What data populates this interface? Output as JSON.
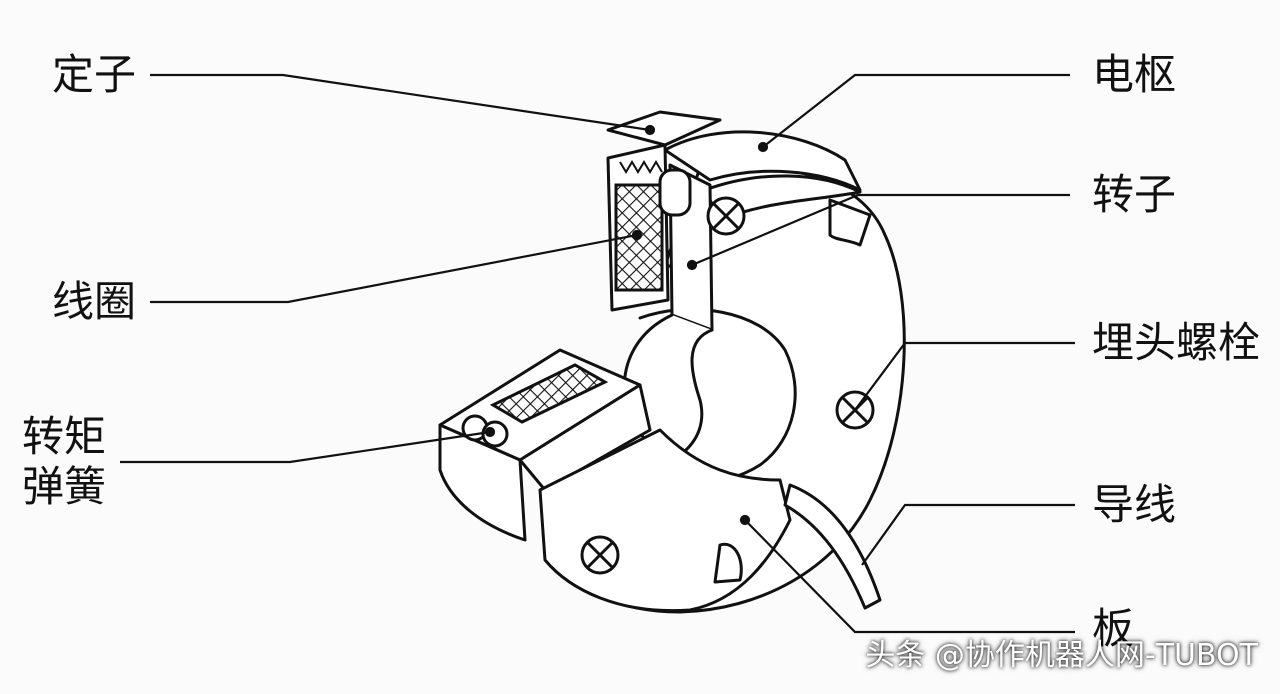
{
  "labels": {
    "stator": "定子",
    "coil": "线圈",
    "torque_spring_line1": "转矩",
    "torque_spring_line2": "弹簧",
    "armature": "电枢",
    "rotor": "转子",
    "countersunk_bolt": "埋头螺栓",
    "lead_wire": "导线",
    "plate": "板"
  },
  "watermark": "头条 @协作机器人网-TUBOT"
}
